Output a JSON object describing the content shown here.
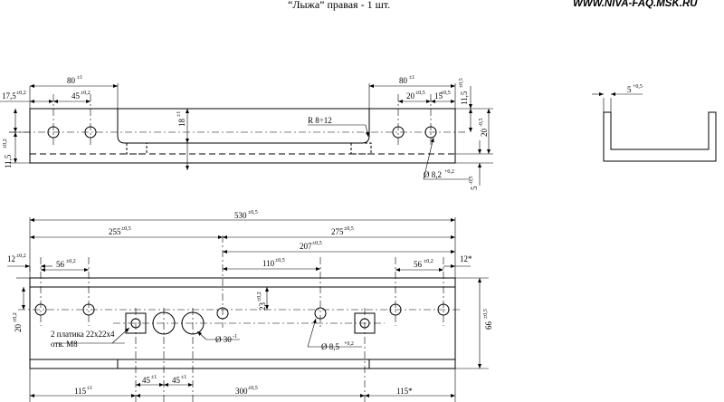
{
  "header": {
    "title": "“Лыжа” правая - 1 шт.",
    "site": "WWW.NIVA-FAQ.MSK.RU"
  },
  "top_view": {
    "dim_80_left": "80",
    "dim_80_left_tol": "±1",
    "dim_17_5": "17,5",
    "dim_17_5_tol": "±0,2",
    "dim_45": "45",
    "dim_45_tol": "±0,2",
    "dim_11_5_left": "11,5",
    "dim_11_5_left_tol": "±0,2",
    "dim_18": "18",
    "dim_18_tol": "±1",
    "radius_label": "R 8÷12",
    "dim_80_right": "80",
    "dim_80_right_tol": "±1",
    "dim_20_top": "20",
    "dim_20_top_tol": "±0,5",
    "dim_15": "15",
    "dim_15_tol": "±0,5",
    "dim_11_5_right": "11,5",
    "dim_11_5_right_tol": "±0,5",
    "dim_20_side": "20",
    "dim_20_side_tol": "-0,5",
    "dim_5": "5",
    "dim_5_tol": "-0,5",
    "hole_dia": "Ø 8,2",
    "hole_dia_tol": "+0,2"
  },
  "section_view": {
    "dim_5": "5",
    "dim_5_tol": "+0,5"
  },
  "bottom_view": {
    "dim_530": "530",
    "dim_530_tol": "±0,5",
    "dim_255": "255",
    "dim_255_tol": "±0,5",
    "dim_275": "275",
    "dim_275_tol": "±0,5",
    "dim_207": "207",
    "dim_207_tol": "±0,5",
    "dim_110": "110",
    "dim_110_tol": "±0,5",
    "dim_12_left": "12",
    "dim_12_left_tol": "±0,2",
    "dim_56_left": "56",
    "dim_56_left_tol": "±0,2",
    "dim_56_right": "56",
    "dim_56_right_tol": "±0,2",
    "dim_12_right": "12*",
    "dim_23": "23",
    "dim_23_tol": "±0,2",
    "dim_20": "20",
    "dim_20_tol": "±0,2",
    "dim_66": "66",
    "dim_66_tol": "±0,5",
    "plate_label_1": "2 платика 22х22х4",
    "plate_label_2": "отв. М8",
    "dia_30": "Ø 30",
    "dia_30_tol": "-1",
    "dia_8_5": "Ø 8,5",
    "dia_8_5_tol": "+0,2",
    "dim_115_left": "115",
    "dim_115_left_tol": "±1",
    "dim_45_a": "45",
    "dim_45_a_tol": "±1",
    "dim_45_b": "45",
    "dim_45_b_tol": "±1",
    "dim_300": "300",
    "dim_300_tol": "±0,5",
    "dim_115_right": "115*"
  }
}
